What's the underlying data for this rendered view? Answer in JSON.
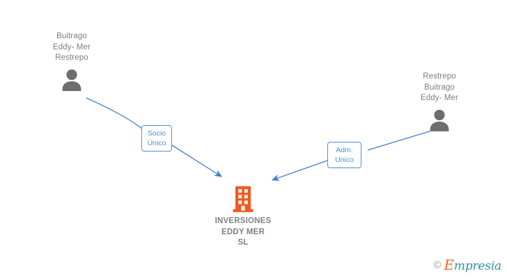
{
  "diagram": {
    "type": "corporate-relationship-graph",
    "colors": {
      "edge": "#3d7fd1",
      "label_border": "#4a90d9",
      "label_text": "#4a90d9",
      "person_icon": "#6e6e6e",
      "person_text": "#7d7d7d",
      "company_icon": "#f4581f",
      "company_text": "#808080",
      "background": "#ffffff"
    },
    "nodes": {
      "person_left": {
        "name": "Buitrago\nEddy- Mer\nRestrepo",
        "icon": "person-icon"
      },
      "person_right": {
        "name": "Restrepo\nBuitrago\nEddy- Mer",
        "icon": "person-icon"
      },
      "company": {
        "name": "INVERSIONES\nEDDY MER\nSL",
        "icon": "building-icon"
      }
    },
    "edges": [
      {
        "id": "edge-socio-unico",
        "from": "person_left",
        "to": "company",
        "label": "Socio\nÚnico",
        "direction": "to-company"
      },
      {
        "id": "edge-adm-unico",
        "from": "person_right",
        "to": "company",
        "label": "Adm.\nUnico",
        "direction": "to-company"
      }
    ]
  },
  "watermark": {
    "copyright": "©",
    "brand_first_letter": "E",
    "brand_rest": "mpresia"
  }
}
